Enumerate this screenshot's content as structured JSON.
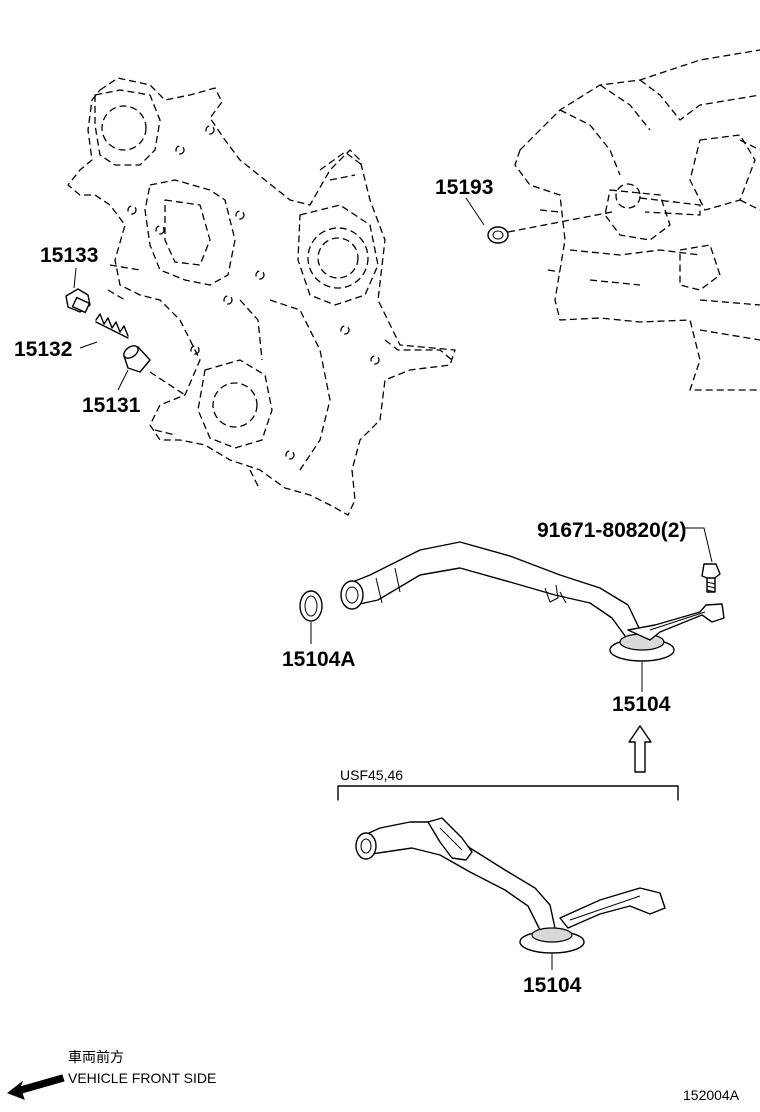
{
  "labels": {
    "p15193": "15193",
    "p15133": "15133",
    "p15132": "15132",
    "p15131": "15131",
    "p91671": "91671-80820(2)",
    "p15104A": "15104A",
    "p15104_top": "15104",
    "p15104_bottom": "15104",
    "variant_note": "USF45,46",
    "front_jp": "車両前方",
    "front_en": "VEHICLE FRONT SIDE",
    "diagram_id": "152004A"
  },
  "icons": {
    "front_arrow": "arrow-left-down-icon",
    "variant_arrow": "hollow-arrow-up-icon"
  }
}
